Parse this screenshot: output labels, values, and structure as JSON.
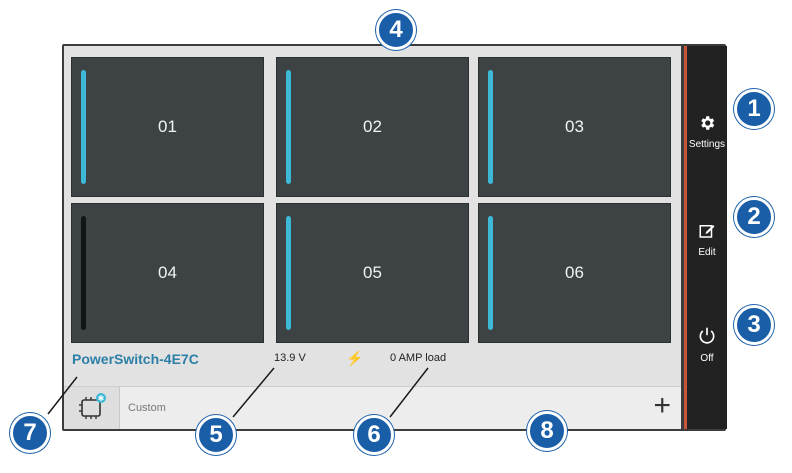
{
  "tiles": [
    {
      "label": "01",
      "on": true
    },
    {
      "label": "02",
      "on": true
    },
    {
      "label": "03",
      "on": true
    },
    {
      "label": "04",
      "on": false
    },
    {
      "label": "05",
      "on": true
    },
    {
      "label": "06",
      "on": true
    }
  ],
  "status": {
    "device_name": "PowerSwitch-4E7C",
    "voltage": "13.9 V",
    "load": "0 AMP load"
  },
  "tabbar": {
    "custom_label": "Custom",
    "add_icon": "plus-icon"
  },
  "side": {
    "settings_label": "Settings",
    "edit_label": "Edit",
    "off_label": "Off"
  },
  "callouts": [
    "1",
    "2",
    "3",
    "4",
    "5",
    "6",
    "7",
    "8"
  ],
  "colors": {
    "accent_bar": "#3cb9d6",
    "device_name": "#2c7fa6",
    "callout": "#1a5ea8",
    "side_border": "#c8553b"
  }
}
